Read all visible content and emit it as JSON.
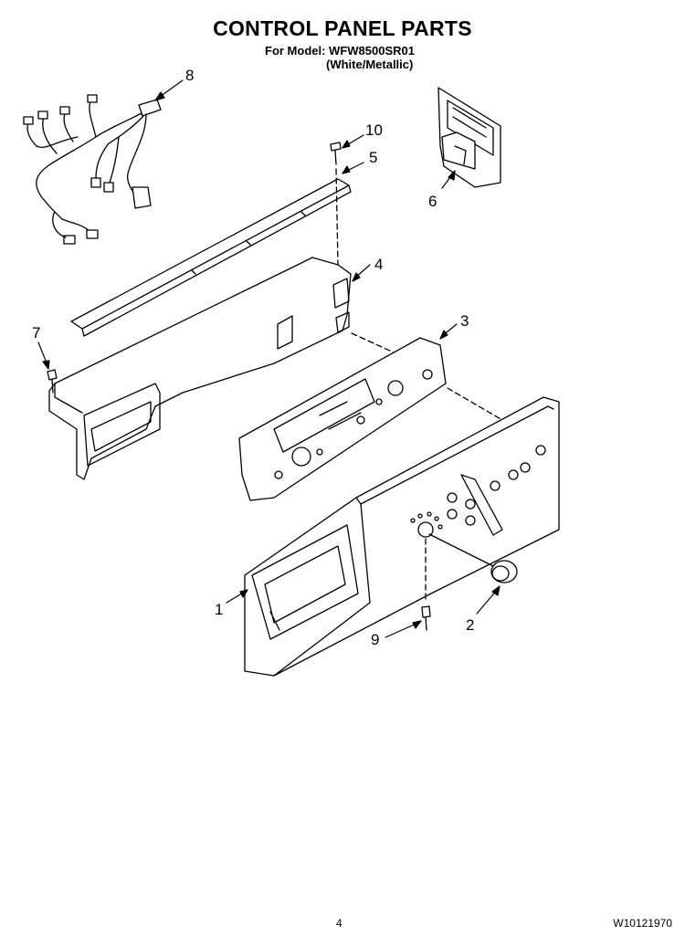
{
  "header": {
    "title": "CONTROL PANEL PARTS",
    "model_line": "For Model: WFW8500SR01",
    "color_line": "(White/Metallic)"
  },
  "callouts": [
    "1",
    "2",
    "3",
    "4",
    "5",
    "6",
    "7",
    "8",
    "9",
    "10"
  ],
  "footer": {
    "page_number": "4",
    "doc_code": "W10121970"
  }
}
